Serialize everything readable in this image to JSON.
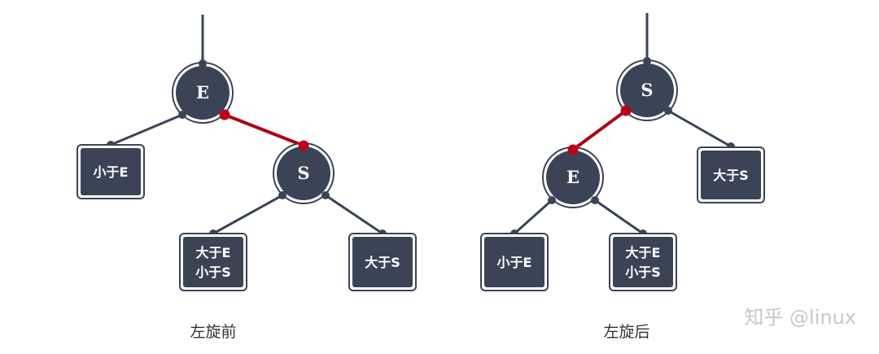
{
  "colors": {
    "node_fill": "#3a4456",
    "node_ring": "#3a4456",
    "edge": "#3a4456",
    "highlight_edge": "#b00010",
    "highlight_dot": "#c0001a",
    "box_fill": "#3a4456"
  },
  "before": {
    "caption": "左旋前",
    "node_e": "E",
    "node_s": "S",
    "box_left": "小于E",
    "box_mid_line1": "大于E",
    "box_mid_line2": "小于S",
    "box_right": "大于S"
  },
  "after": {
    "caption": "左旋后",
    "node_s": "S",
    "node_e": "E",
    "box_right": "大于S",
    "box_left": "小于E",
    "box_mid_line1": "大于E",
    "box_mid_line2": "小于S"
  },
  "watermark": "知乎 @linux"
}
